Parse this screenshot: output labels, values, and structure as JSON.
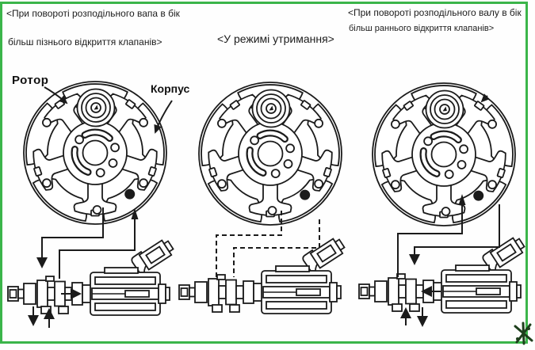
{
  "captions": {
    "left_line1": "<При повороті розподільного вапа в бік",
    "left_line2": "більш пізнього відкриття клапанів>",
    "center": "<У режимі утримання>",
    "right_line1": "<При повороті розподільного валу в бік",
    "right_line2": "більш раннього відкриття клапанів>"
  },
  "labels": {
    "rotor": "Ротор",
    "housing": "Корпус"
  },
  "colors": {
    "frame_green": "#3bb54a",
    "ink": "#1b1b1b",
    "watermark_green": "#1e3f1c",
    "background": "#ffffff"
  },
  "icons": {
    "watermark": "star-watermark"
  }
}
